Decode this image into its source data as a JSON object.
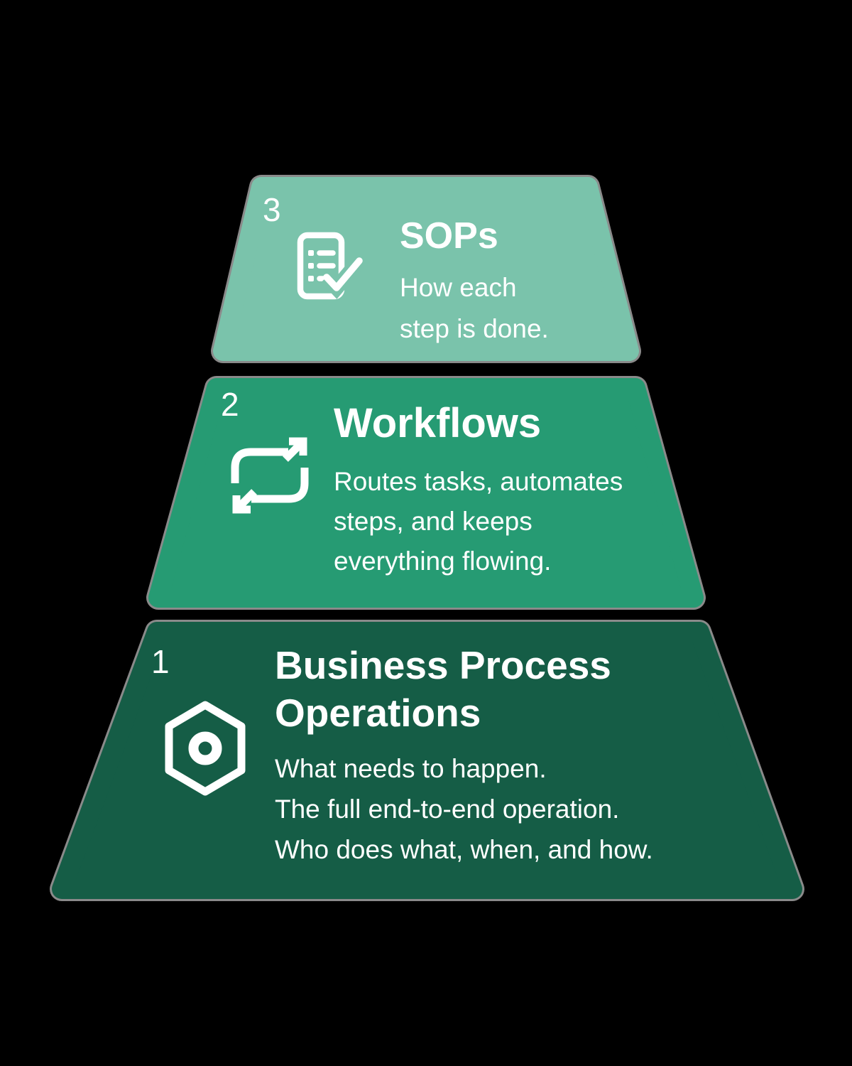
{
  "background": "#000000",
  "edge_color": "#8A8A8A",
  "icon_color": "#FFFFFF",
  "levels": [
    {
      "number": "1",
      "title": "Business Process Operations",
      "body_lines": [
        "What needs to happen.",
        "The full end-to-end operation.",
        "Who does what, when, and how."
      ],
      "color": "#155D46",
      "icon": "hexagon-target-icon"
    },
    {
      "number": "2",
      "title": "Workflows",
      "body_lines": [
        "Routes tasks, automates",
        "steps, and keeps",
        "everything flowing."
      ],
      "color": "#269B73",
      "icon": "repeat-arrows-icon"
    },
    {
      "number": "3",
      "title": "SOPs",
      "body_lines": [
        "How each",
        "step is done."
      ],
      "color": "#7AC3AB",
      "icon": "checklist-icon"
    }
  ]
}
